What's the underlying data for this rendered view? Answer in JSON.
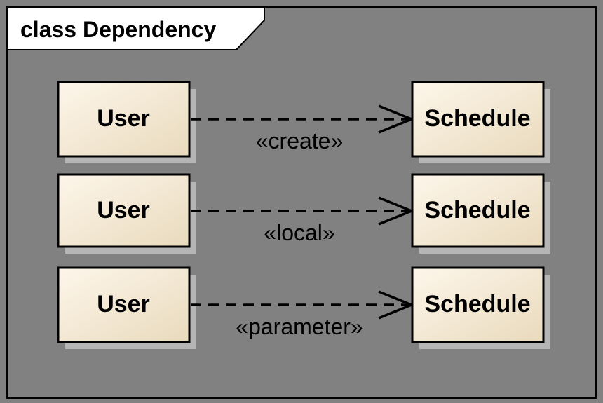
{
  "diagram": {
    "frame_title": "class Dependency",
    "colors": {
      "background": "#818181",
      "tab_fill": "#ffffff",
      "shadow": "#b5b5b5",
      "box_gradient_start": "#fdf6ea",
      "box_gradient_end": "#e9dabd"
    },
    "rows": [
      {
        "source_label": "User",
        "target_label": "Schedule",
        "stereotype_label": "«create»"
      },
      {
        "source_label": "User",
        "target_label": "Schedule",
        "stereotype_label": "«local»"
      },
      {
        "source_label": "User",
        "target_label": "Schedule",
        "stereotype_label": "«parameter»"
      }
    ]
  }
}
